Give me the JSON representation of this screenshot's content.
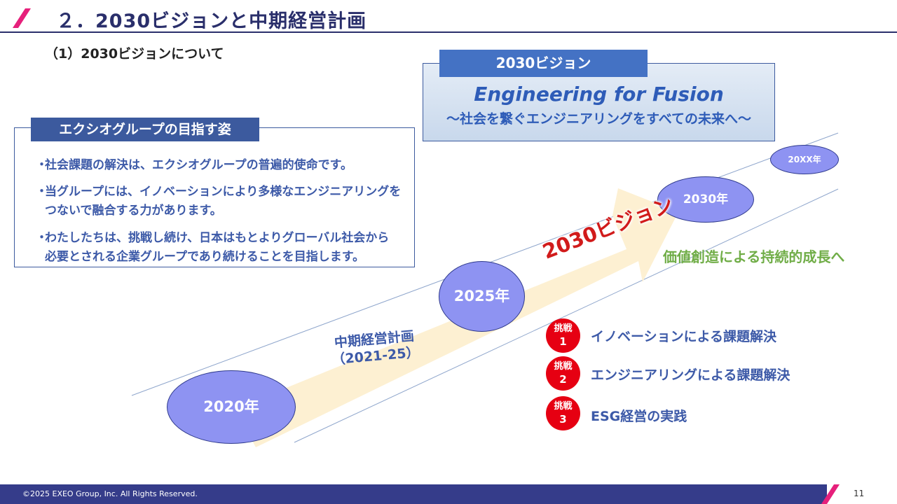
{
  "header": {
    "title": "２．2030ビジョンと中期経営計画",
    "subtitle": "（1）2030ビジョンについて"
  },
  "aspiration": {
    "heading": "エクシオグループの目指す姿",
    "bullet_mark": "・",
    "bullets": [
      "社会課題の解決は、エクシオグループの普遍的使命です。",
      "当グループには、イノベーションにより多様なエンジニアリングを\nつないで融合する力があります。",
      "わたしたちは、挑戦し続け、日本はもとよりグローバル社会から\n必要とされる企業グループであり続けることを目指します。"
    ]
  },
  "vision": {
    "heading": "2030ビジョン",
    "slogan_en": "Engineering for Fusion",
    "slogan_jp": "〜社会を繋ぐエンジニアリングをすべての未来へ〜"
  },
  "timeline": {
    "milestones": [
      "2020年",
      "2025年",
      "2030年",
      "20XX年"
    ],
    "vision_arrow_label": "2030ビジョン",
    "growth_text": "価値創造による持続的成長へ",
    "plan_name": "中期経営計画",
    "plan_period": "（2021-25）"
  },
  "challenges": [
    {
      "badge_label": "挑戦",
      "number": "1",
      "text": "イノベーションによる課題解決"
    },
    {
      "badge_label": "挑戦",
      "number": "2",
      "text": "エンジニアリングによる課題解決"
    },
    {
      "badge_label": "挑戦",
      "number": "3",
      "text": "ESG経営の実践"
    }
  ],
  "footer": {
    "copyright": "©2025 EXEO Group, Inc. All Rights Reserved.",
    "page_number": "11"
  },
  "colors": {
    "navy": "#2a2f6b",
    "primary_blue": "#4472c4",
    "text_blue": "#3d5aa8",
    "milestone_fill": "#8e93f2",
    "arrow_fill": "#fdf0d2",
    "challenge_red": "#e60012",
    "growth_green": "#70ad47",
    "accent_magenta": "#e6207b"
  }
}
